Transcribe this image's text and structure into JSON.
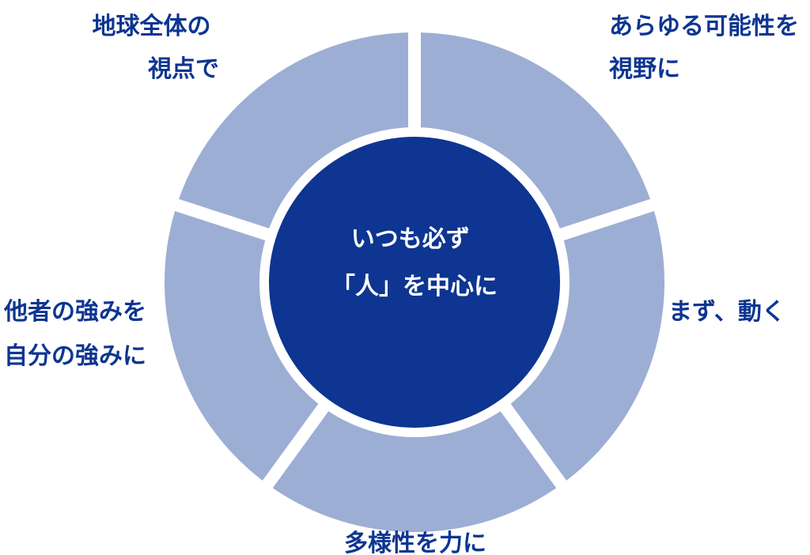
{
  "center": {
    "lines": [
      "いつも必ず",
      "「人」を中心に"
    ]
  },
  "segments": [
    {
      "lines": [
        "あらゆる可能性を",
        "視野に"
      ]
    },
    {
      "lines": [
        "まず、動く"
      ]
    },
    {
      "lines": [
        "多様性を力に"
      ]
    },
    {
      "lines": [
        "他者の強みを",
        "自分の強みに"
      ]
    },
    {
      "lines": [
        "地球全体の",
        "視点で"
      ]
    }
  ],
  "colors": {
    "segment_fill": "#9daed5",
    "center_fill": "#0d3591",
    "label_text": "#0d3591",
    "center_text": "#ffffff"
  }
}
